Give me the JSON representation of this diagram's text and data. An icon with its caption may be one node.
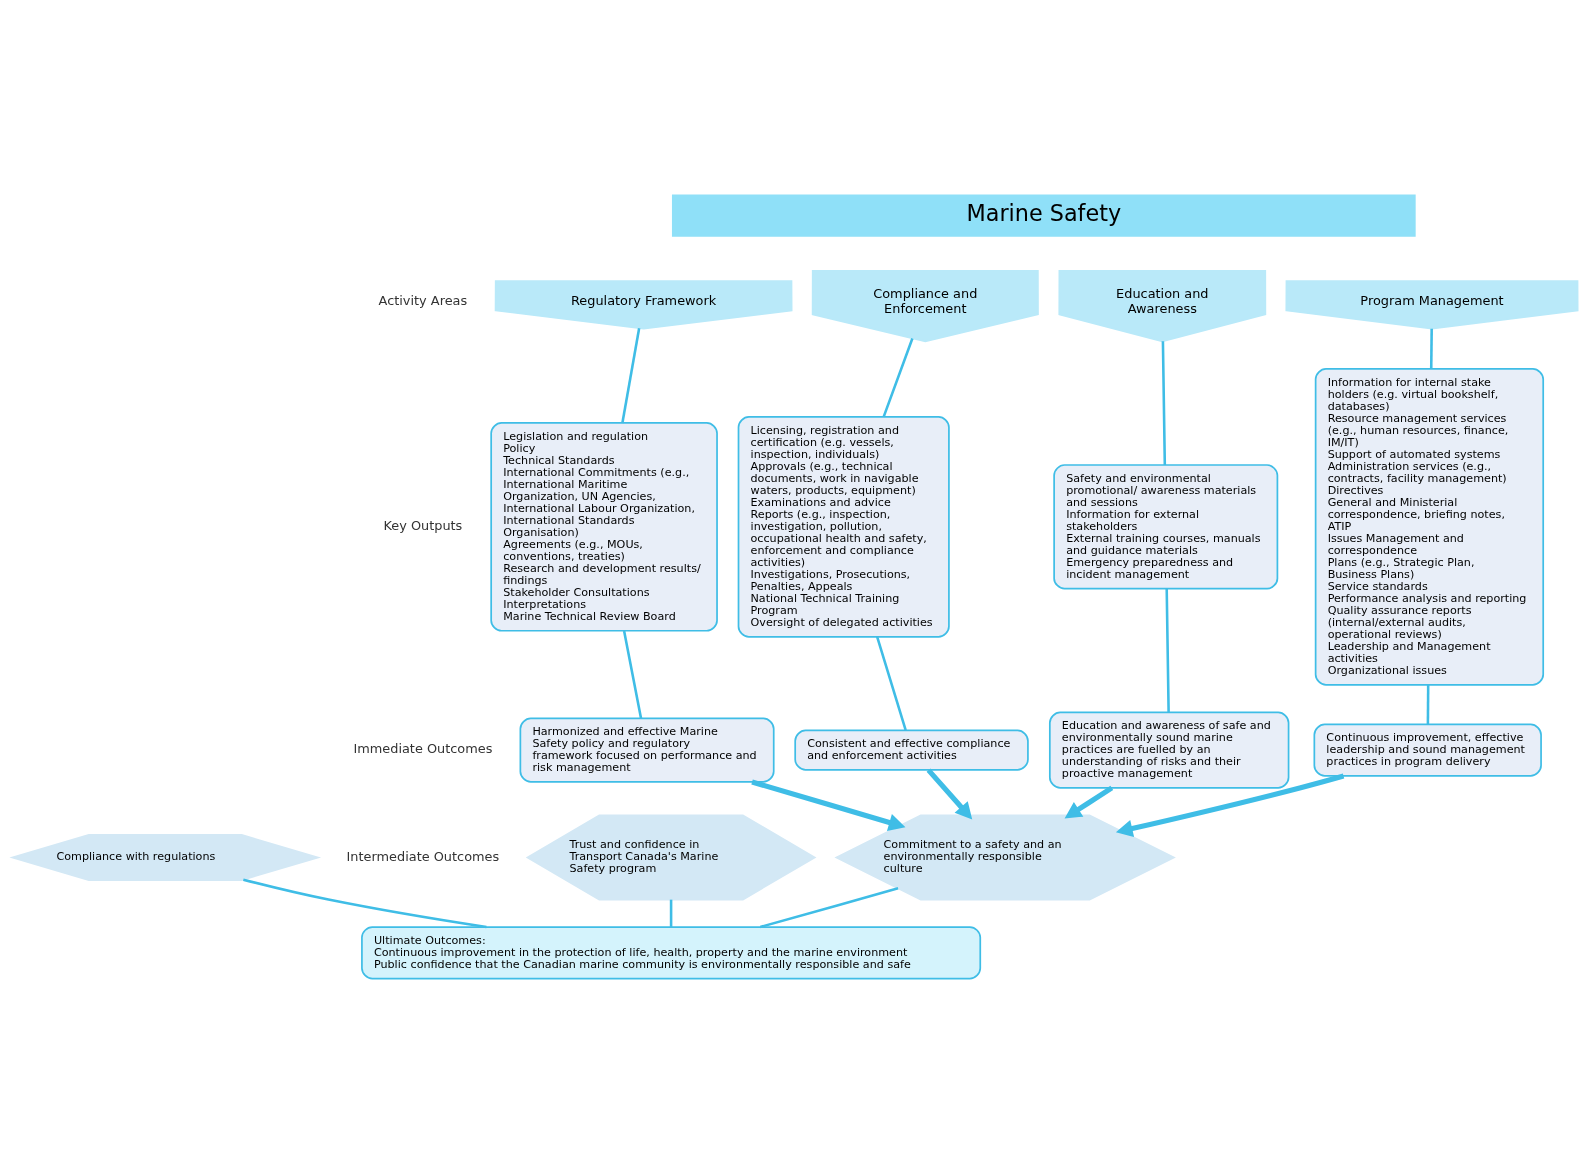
{
  "diagram": {
    "nodes": [
      {
        "text": [
          "Marine Safety"
        ]
      },
      {
        "text": [
          "Compliance and Enforcement"
        ]
      },
      {
        "text": [
          "Education and Awareness"
        ]
      },
      {
        "text": [
          "Program Management"
        ]
      },
      {
        "text": [
          "Regulatory Framework"
        ]
      },
      {
        "text": [
          "Licensing, registration and certification (e.g. vessels, inspection, individuals)",
          "Approvals (e.g., technical documents, work in navigable waters, products, equipment)",
          "Examinations and advice",
          "Reports (e.g., inspection, investigation, pollution, occupational health and safety, enforcement and compliance activities)",
          "Investigations, Prosecutions, Penalties, Appeals",
          "National Technical Training Program",
          "Oversight of delegated activities"
        ]
      },
      {
        "text": [
          "Safety and environmental promotional/ awareness materials and sessions",
          "Information for external stakeholders",
          "External training courses, manuals and guidance materials",
          "Emergency preparedness and incident management"
        ]
      },
      {
        "text": [
          "Information for internal stake holders (e.g. virtual bookshelf, databases)",
          "Resource management services (e.g., human resources, finance, IM/IT)",
          "Support of automated systems",
          "Administration services (e.g., contracts, facility management)",
          "Directives",
          "General and Ministerial correspondence, briefing notes, ATIP",
          "Issues Management and correspondence",
          "Plans (e.g., Strategic Plan, Business Plans)",
          "Service standards",
          "Performance analysis and reporting",
          "Quality assurance reports (internal/external audits, operational reviews)",
          "Leadership and Management activities",
          "Organizational issues"
        ]
      },
      {
        "text": [
          "Legislation and regulation",
          "Policy",
          "Technical Standards",
          "International Commitments (e.g., International Maritime Organization, UN Agencies, International Labour Organization, International Standards Organisation)",
          "Agreements (e.g., MOUs, conventions, treaties)",
          "Research and development results/ findings",
          "Stakeholder Consultations",
          "Interpretations",
          "Marine Technical Review Board"
        ]
      },
      {
        "text": [
          "Consistent and effective compliance and enforcement activities"
        ]
      },
      {
        "text": [
          "Education and awareness of safe and environmentally sound marine practices are fuelled by an understanding of risks and their proactive management"
        ]
      },
      {
        "text": [
          "Continuous improvement, effective leadership and sound management practices in program delivery"
        ]
      },
      {
        "text": [
          "Harmonized and effective Marine Safety policy and regulatory framework focused on performance and risk management"
        ]
      },
      {
        "text": [
          "Compliance with regulations"
        ]
      },
      {
        "text": [
          "Commitment to a safety and an environmentally responsible culture"
        ]
      },
      {
        "text": [
          "Trust and confidence in Transport Canada's Marine Safety program"
        ]
      },
      {
        "text": [
          "Ultimate Outcomes:",
          "Continuous improvement in the protection of life, health, property and the marine environment",
          "Public confidence that the Canadian marine community is environmentally responsible and safe"
        ]
      }
    ],
    "edges": [
      {
        "from": 1,
        "to": 5,
        "arrow": "none"
      },
      {
        "from": 2,
        "to": 6,
        "arrow": "none"
      },
      {
        "from": 3,
        "to": 7,
        "arrow": "none"
      },
      {
        "from": 4,
        "to": 8,
        "arrow": "none"
      },
      {
        "from": 5,
        "to": 9,
        "arrow": "none"
      },
      {
        "from": 6,
        "to": 10,
        "arrow": "none"
      },
      {
        "from": 7,
        "to": 11,
        "arrow": "none"
      },
      {
        "from": 8,
        "to": 12,
        "arrow": "none"
      },
      {
        "from": 9,
        "to": 14,
        "arrow": "to",
        "style": "thick"
      },
      {
        "from": 10,
        "to": 14,
        "arrow": "to",
        "style": "thick"
      },
      {
        "from": 11,
        "to": 14,
        "arrow": "to",
        "style": "thick"
      },
      {
        "from": 12,
        "to": 14,
        "arrow": "to",
        "style": "thick"
      },
      {
        "from": 13,
        "to": 16,
        "arrow": "none"
      },
      {
        "from": 14,
        "to": 16,
        "arrow": "none"
      },
      {
        "from": 15,
        "to": 16,
        "arrow": "none"
      }
    ],
    "labels": [
      "Activity Areas",
      "Key Outputs",
      "Immediate Outcomes",
      "Intermediate Outcomes"
    ]
  }
}
